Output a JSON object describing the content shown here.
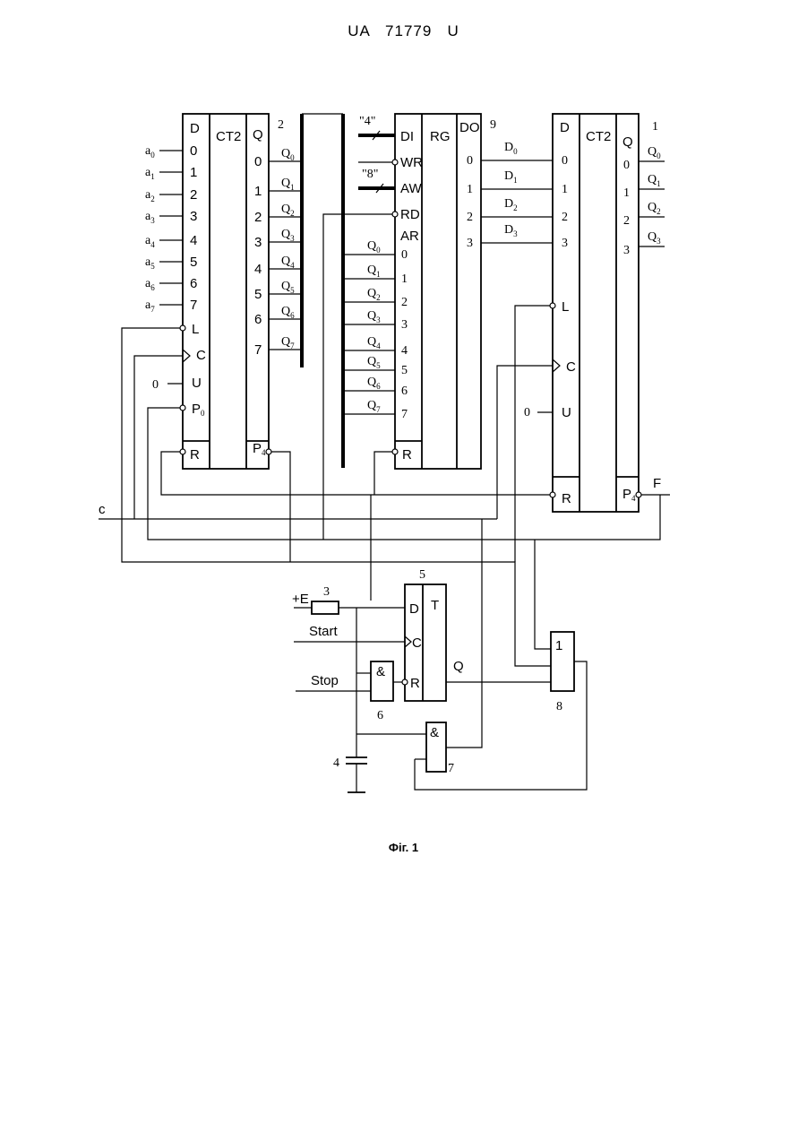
{
  "header": {
    "text": "UA   71779   U"
  },
  "caption": {
    "text": "Фіг. 1"
  },
  "counter_left": {
    "ref": "2",
    "title": "CT2",
    "d_header": "D",
    "q_header": "Q",
    "inputs": [
      "0",
      "1",
      "2",
      "3",
      "4",
      "5",
      "6",
      "7"
    ],
    "inputs_ext": [
      "a",
      "a",
      "a",
      "a",
      "a",
      "a",
      "a",
      "a"
    ],
    "inputs_sub": [
      "0",
      "1",
      "2",
      "3",
      "4",
      "5",
      "6",
      "7"
    ],
    "ctrl": [
      "L",
      "C",
      "U",
      "P"
    ],
    "p0_sub": "0",
    "u_value": "0",
    "reset": "R",
    "carry": "P",
    "carry_sub": "4",
    "outputs": [
      "0",
      "1",
      "2",
      "3",
      "4",
      "5",
      "6",
      "7"
    ],
    "out_names": [
      "Q",
      "Q",
      "Q",
      "Q",
      "Q",
      "Q",
      "Q",
      "Q"
    ],
    "out_subs": [
      "0",
      "1",
      "2",
      "3",
      "4",
      "5",
      "6",
      "7"
    ]
  },
  "register": {
    "ref": "9",
    "title": "RG",
    "ports": [
      "DI",
      "WR",
      "AW",
      "RD",
      "AR"
    ],
    "di_label": "\"4\"",
    "aw_label": "\"8\"",
    "ar_inputs": [
      "0",
      "1",
      "2",
      "3",
      "4",
      "5",
      "6",
      "7"
    ],
    "ar_names": [
      "Q",
      "Q",
      "Q",
      "Q",
      "Q",
      "Q",
      "Q",
      "Q"
    ],
    "ar_subs": [
      "0",
      "1",
      "2",
      "3",
      "4",
      "5",
      "6",
      "7"
    ],
    "out_header": "DO",
    "outputs": [
      "0",
      "1",
      "2",
      "3"
    ],
    "reset": "R"
  },
  "counter_right": {
    "ref": "1",
    "title": "CT2",
    "d_header": "D",
    "q_header": "Q",
    "inputs": [
      "0",
      "1",
      "2",
      "3"
    ],
    "in_names": [
      "D",
      "D",
      "D",
      "D"
    ],
    "in_subs": [
      "0",
      "1",
      "2",
      "3"
    ],
    "outputs": [
      "0",
      "1",
      "2",
      "3"
    ],
    "out_names": [
      "Q",
      "Q",
      "Q",
      "Q"
    ],
    "out_subs": [
      "0",
      "1",
      "2",
      "3"
    ],
    "ctrl": [
      "L",
      "C",
      "U"
    ],
    "u_value": "0",
    "reset": "R",
    "carry": "P",
    "carry_sub": "4",
    "out_f": "F"
  },
  "signals": {
    "c": "c",
    "plus_e": "+E",
    "start": "Start",
    "stop": "Stop"
  },
  "trigger": {
    "ref": "5",
    "d": "D",
    "t": "T",
    "c": "C",
    "r": "R",
    "q": "Q"
  },
  "resistor": {
    "ref": "3"
  },
  "capacitor": {
    "ref": "4"
  },
  "and_gate_6": {
    "ref": "6",
    "symbol": "&"
  },
  "and_gate_7": {
    "ref": "7",
    "symbol": "&"
  },
  "or_gate_8": {
    "ref": "8",
    "symbol": "1"
  }
}
